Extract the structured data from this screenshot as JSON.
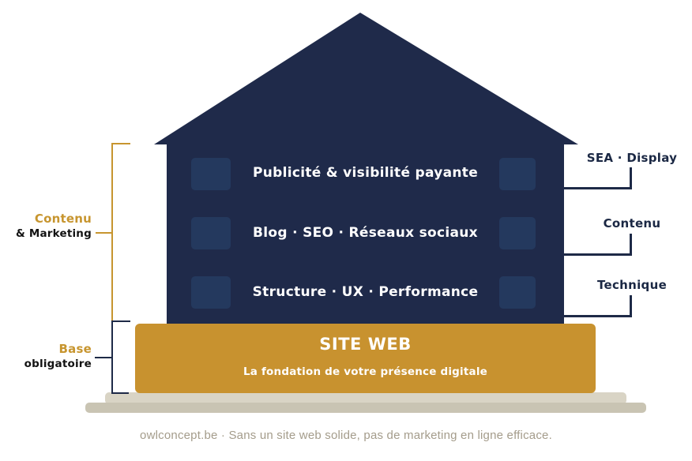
{
  "colors": {
    "house_navy": "#1f2a4a",
    "window_navy": "#24395e",
    "banner_gold": "#c8922f",
    "accent_gold": "#c7952f",
    "label_navy": "#1b2844",
    "label_black": "#121212",
    "ground_light": "#d9d4c5",
    "ground_dark": "#c9c4b3",
    "caption_taupe": "#a49c8b"
  },
  "house": {
    "floors": [
      {
        "label": "Publicité & visibilité payante",
        "right_tag": "SEA · Display"
      },
      {
        "label": "Blog · SEO · Réseaux sociaux",
        "right_tag": "Contenu"
      },
      {
        "label": "Structure · UX · Performance",
        "right_tag": "Technique"
      }
    ]
  },
  "foundation": {
    "title": "SITE WEB",
    "subtitle": "La fondation de votre présence digitale"
  },
  "left_annotations": [
    {
      "highlight": "Contenu",
      "rest": "& Marketing"
    },
    {
      "highlight": "Base",
      "rest": "obligatoire"
    }
  ],
  "footer": {
    "caption": "owlconcept.be · Sans un site web solide, pas de marketing en ligne efficace."
  }
}
